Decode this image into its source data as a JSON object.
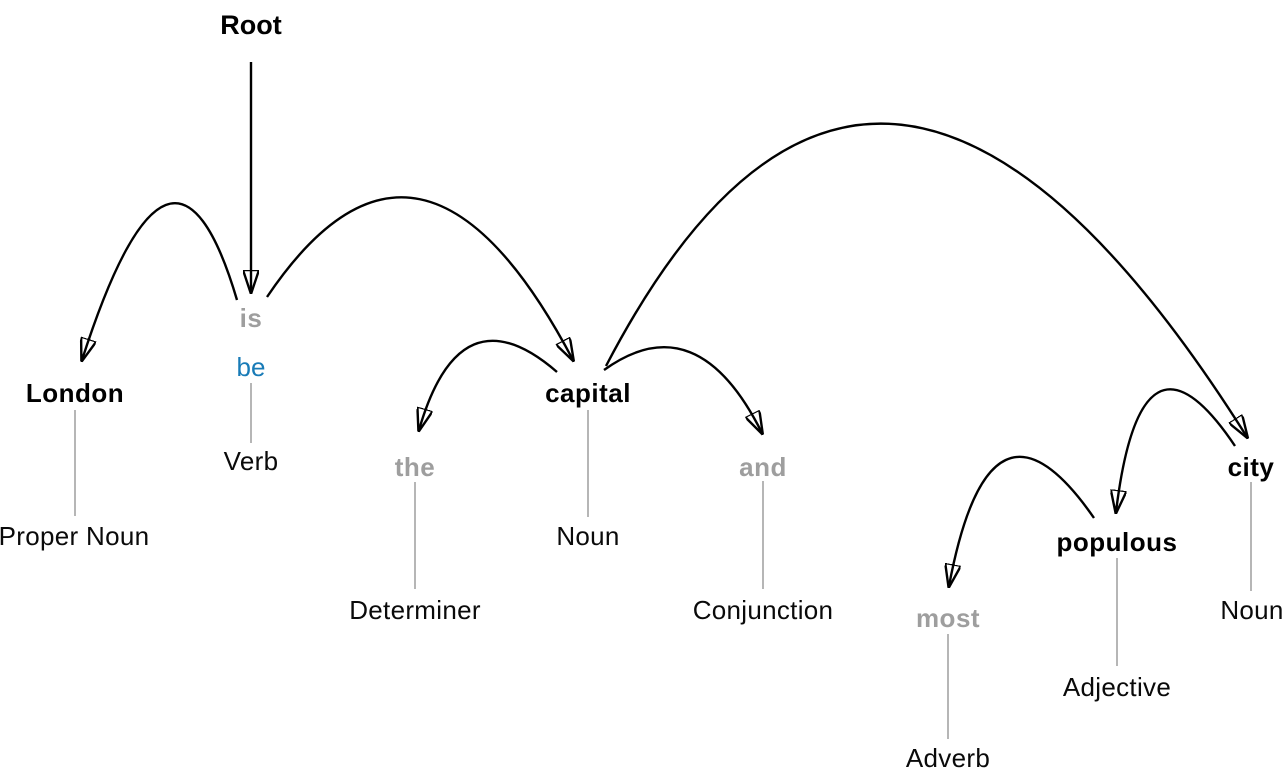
{
  "diagram": {
    "type": "dependency-parse-tree",
    "sentence": "London is the capital and most populous city",
    "colors": {
      "content_word": "#000000",
      "function_word": "#9e9e9e",
      "lemma": "#187bb7",
      "edge": "#000000",
      "pos_connector": "#b6b6b6"
    },
    "nodes": {
      "root": {
        "word": "Root"
      },
      "london": {
        "word": "London",
        "pos": "Proper Noun"
      },
      "is": {
        "word": "is",
        "lemma": "be",
        "pos": "Verb"
      },
      "the": {
        "word": "the",
        "pos": "Determiner"
      },
      "capital": {
        "word": "capital",
        "pos": "Noun"
      },
      "and": {
        "word": "and",
        "pos": "Conjunction"
      },
      "most": {
        "word": "most",
        "pos": "Adverb"
      },
      "populous": {
        "word": "populous",
        "pos": "Adjective"
      },
      "city": {
        "word": "city",
        "pos": "Noun"
      }
    },
    "edges": [
      {
        "from": "Root",
        "to": "is"
      },
      {
        "from": "is",
        "to": "London"
      },
      {
        "from": "is",
        "to": "capital"
      },
      {
        "from": "capital",
        "to": "the"
      },
      {
        "from": "capital",
        "to": "and"
      },
      {
        "from": "capital",
        "to": "city"
      },
      {
        "from": "city",
        "to": "populous"
      },
      {
        "from": "populous",
        "to": "most"
      }
    ]
  }
}
